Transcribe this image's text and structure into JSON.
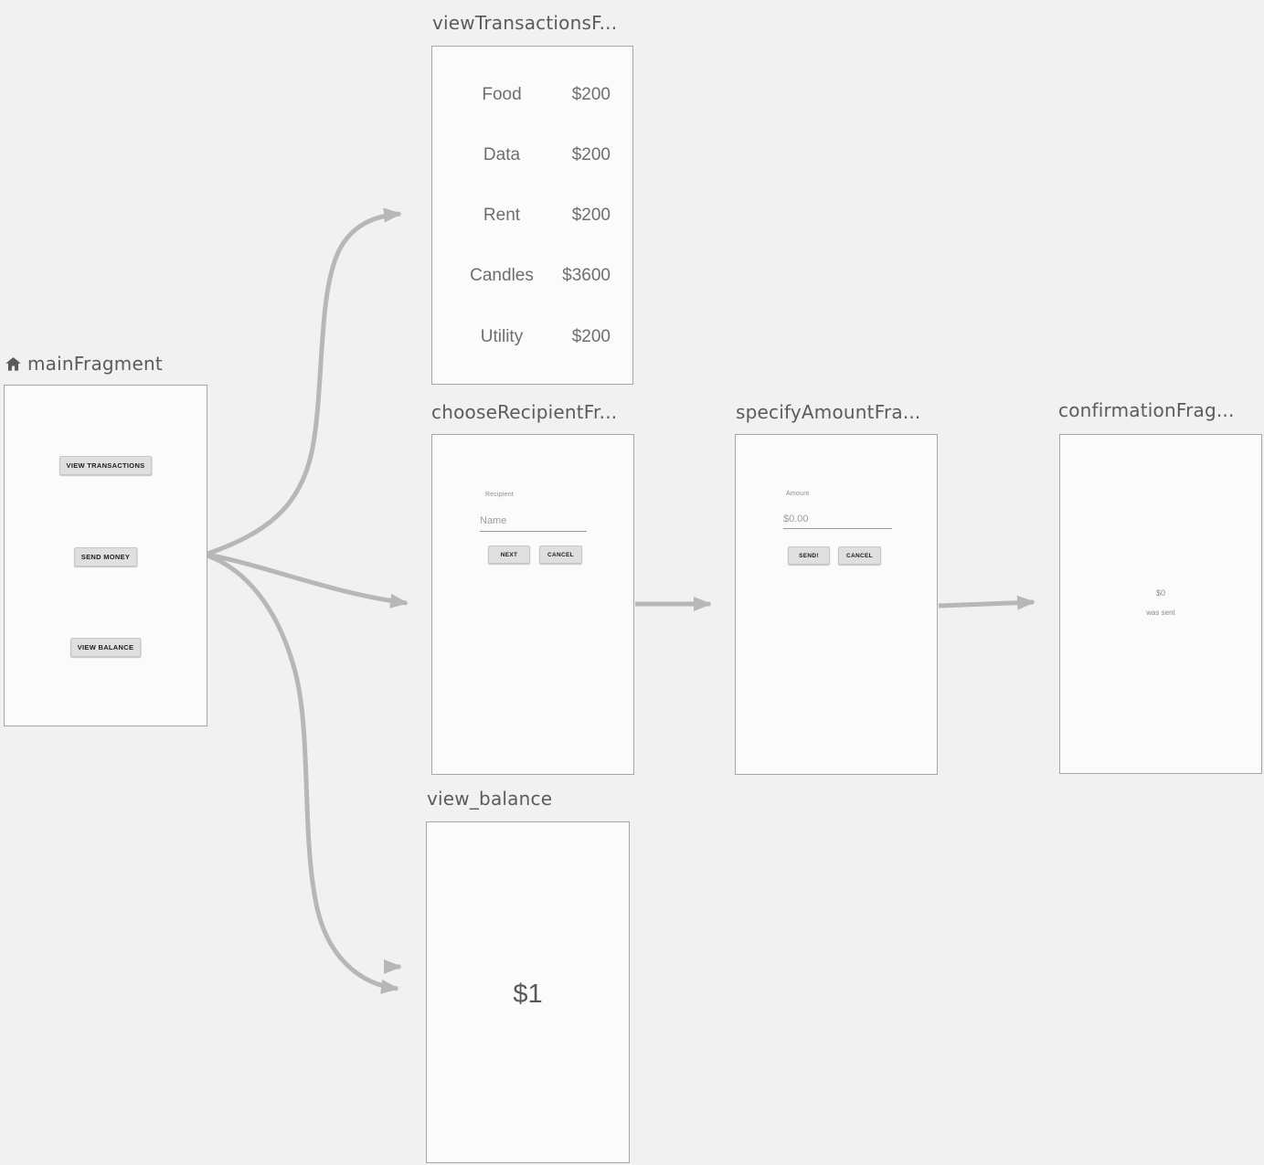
{
  "editor": {
    "background_color": "#f1f1f1",
    "arrow_color": "#b7b7b7"
  },
  "fragments": {
    "main": {
      "title": "mainFragment",
      "buttons": {
        "view_transactions": "VIEW TRANSACTIONS",
        "send_money": "SEND MONEY",
        "view_balance": "VIEW BALANCE"
      }
    },
    "view_transactions": {
      "title": "viewTransactionsF...",
      "transactions": [
        {
          "label": "Food",
          "amount": "$200"
        },
        {
          "label": "Data",
          "amount": "$200"
        },
        {
          "label": "Rent",
          "amount": "$200"
        },
        {
          "label": "Candles",
          "amount": "$3600"
        },
        {
          "label": "Utility",
          "amount": "$200"
        }
      ]
    },
    "choose_recipient": {
      "title": "chooseRecipientFr...",
      "field_label": "Recipient",
      "input_placeholder": "Name",
      "next_button": "NEXT",
      "cancel_button": "CANCEL"
    },
    "specify_amount": {
      "title": "specifyAmountFra...",
      "field_label": "Amount",
      "input_placeholder": "$0.00",
      "send_button": "SEND!",
      "cancel_button": "CANCEL"
    },
    "confirmation": {
      "title": "confirmationFrag...",
      "amount_text": "$0",
      "message": "was sent"
    },
    "view_balance": {
      "title": "view_balance",
      "balance": "$1"
    }
  }
}
